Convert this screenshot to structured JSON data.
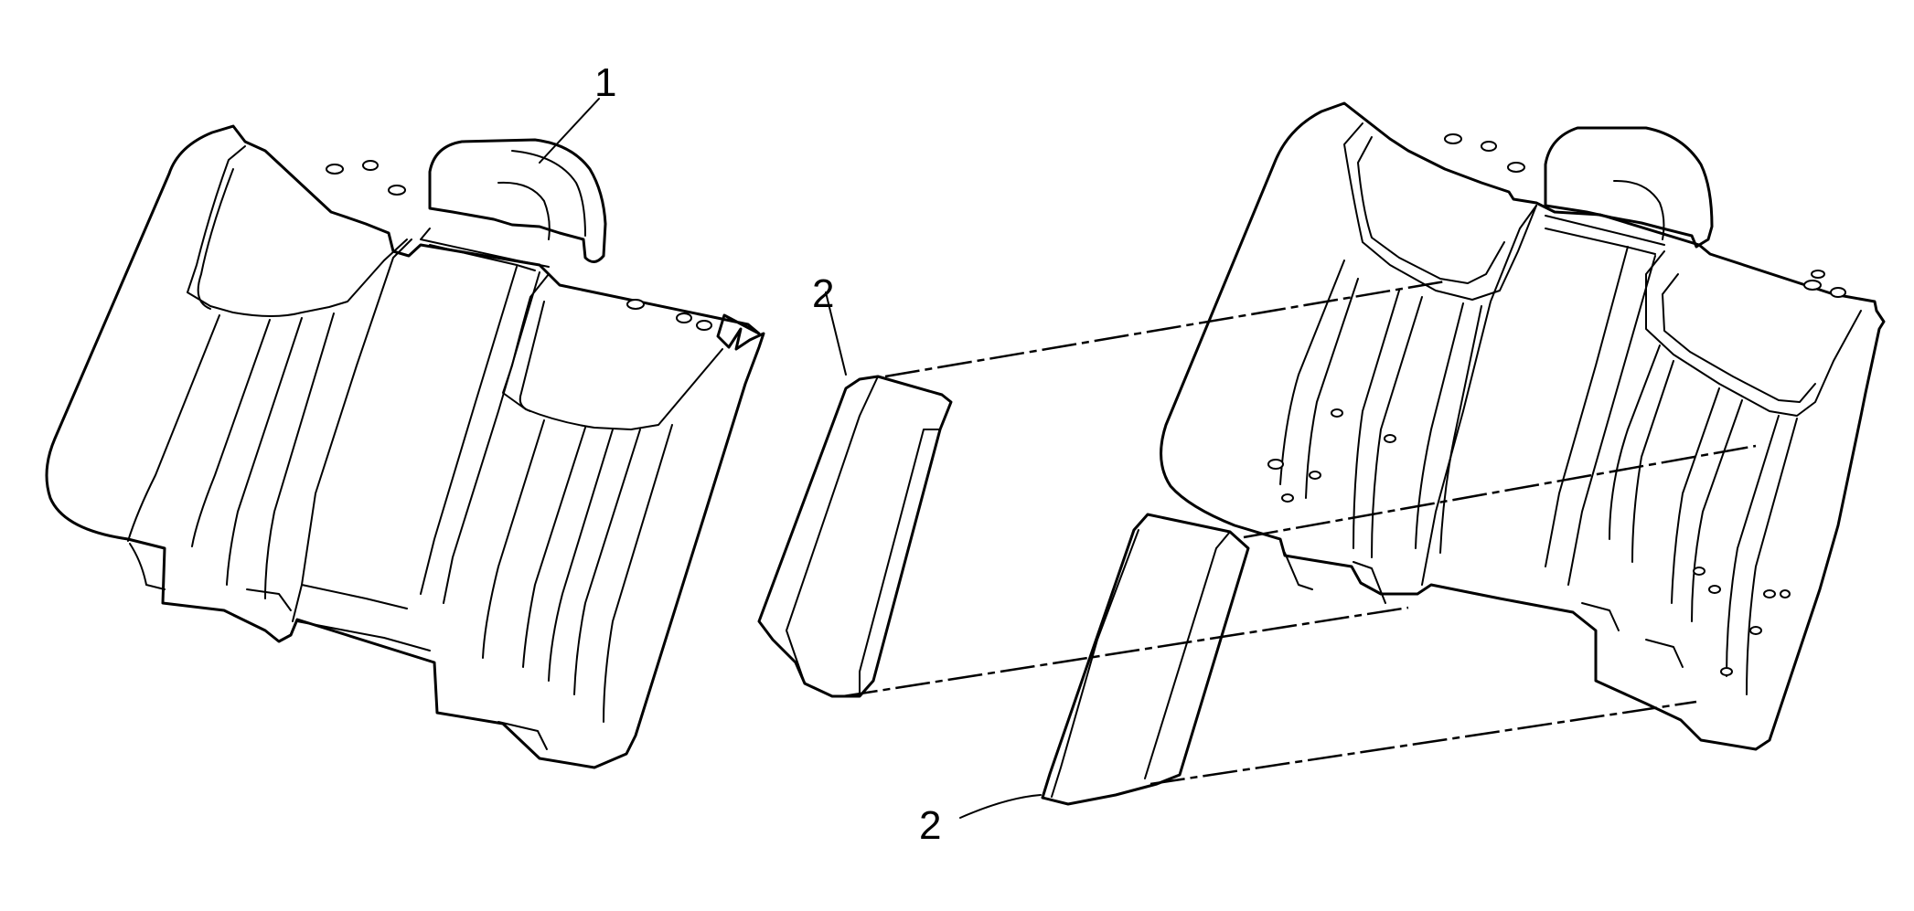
{
  "callouts": {
    "c1": "1",
    "c2_upper": "2",
    "c2_lower": "2"
  },
  "icons": [
    "seat-back-assembly",
    "headrest",
    "foam-pad",
    "seat-back-rear"
  ]
}
